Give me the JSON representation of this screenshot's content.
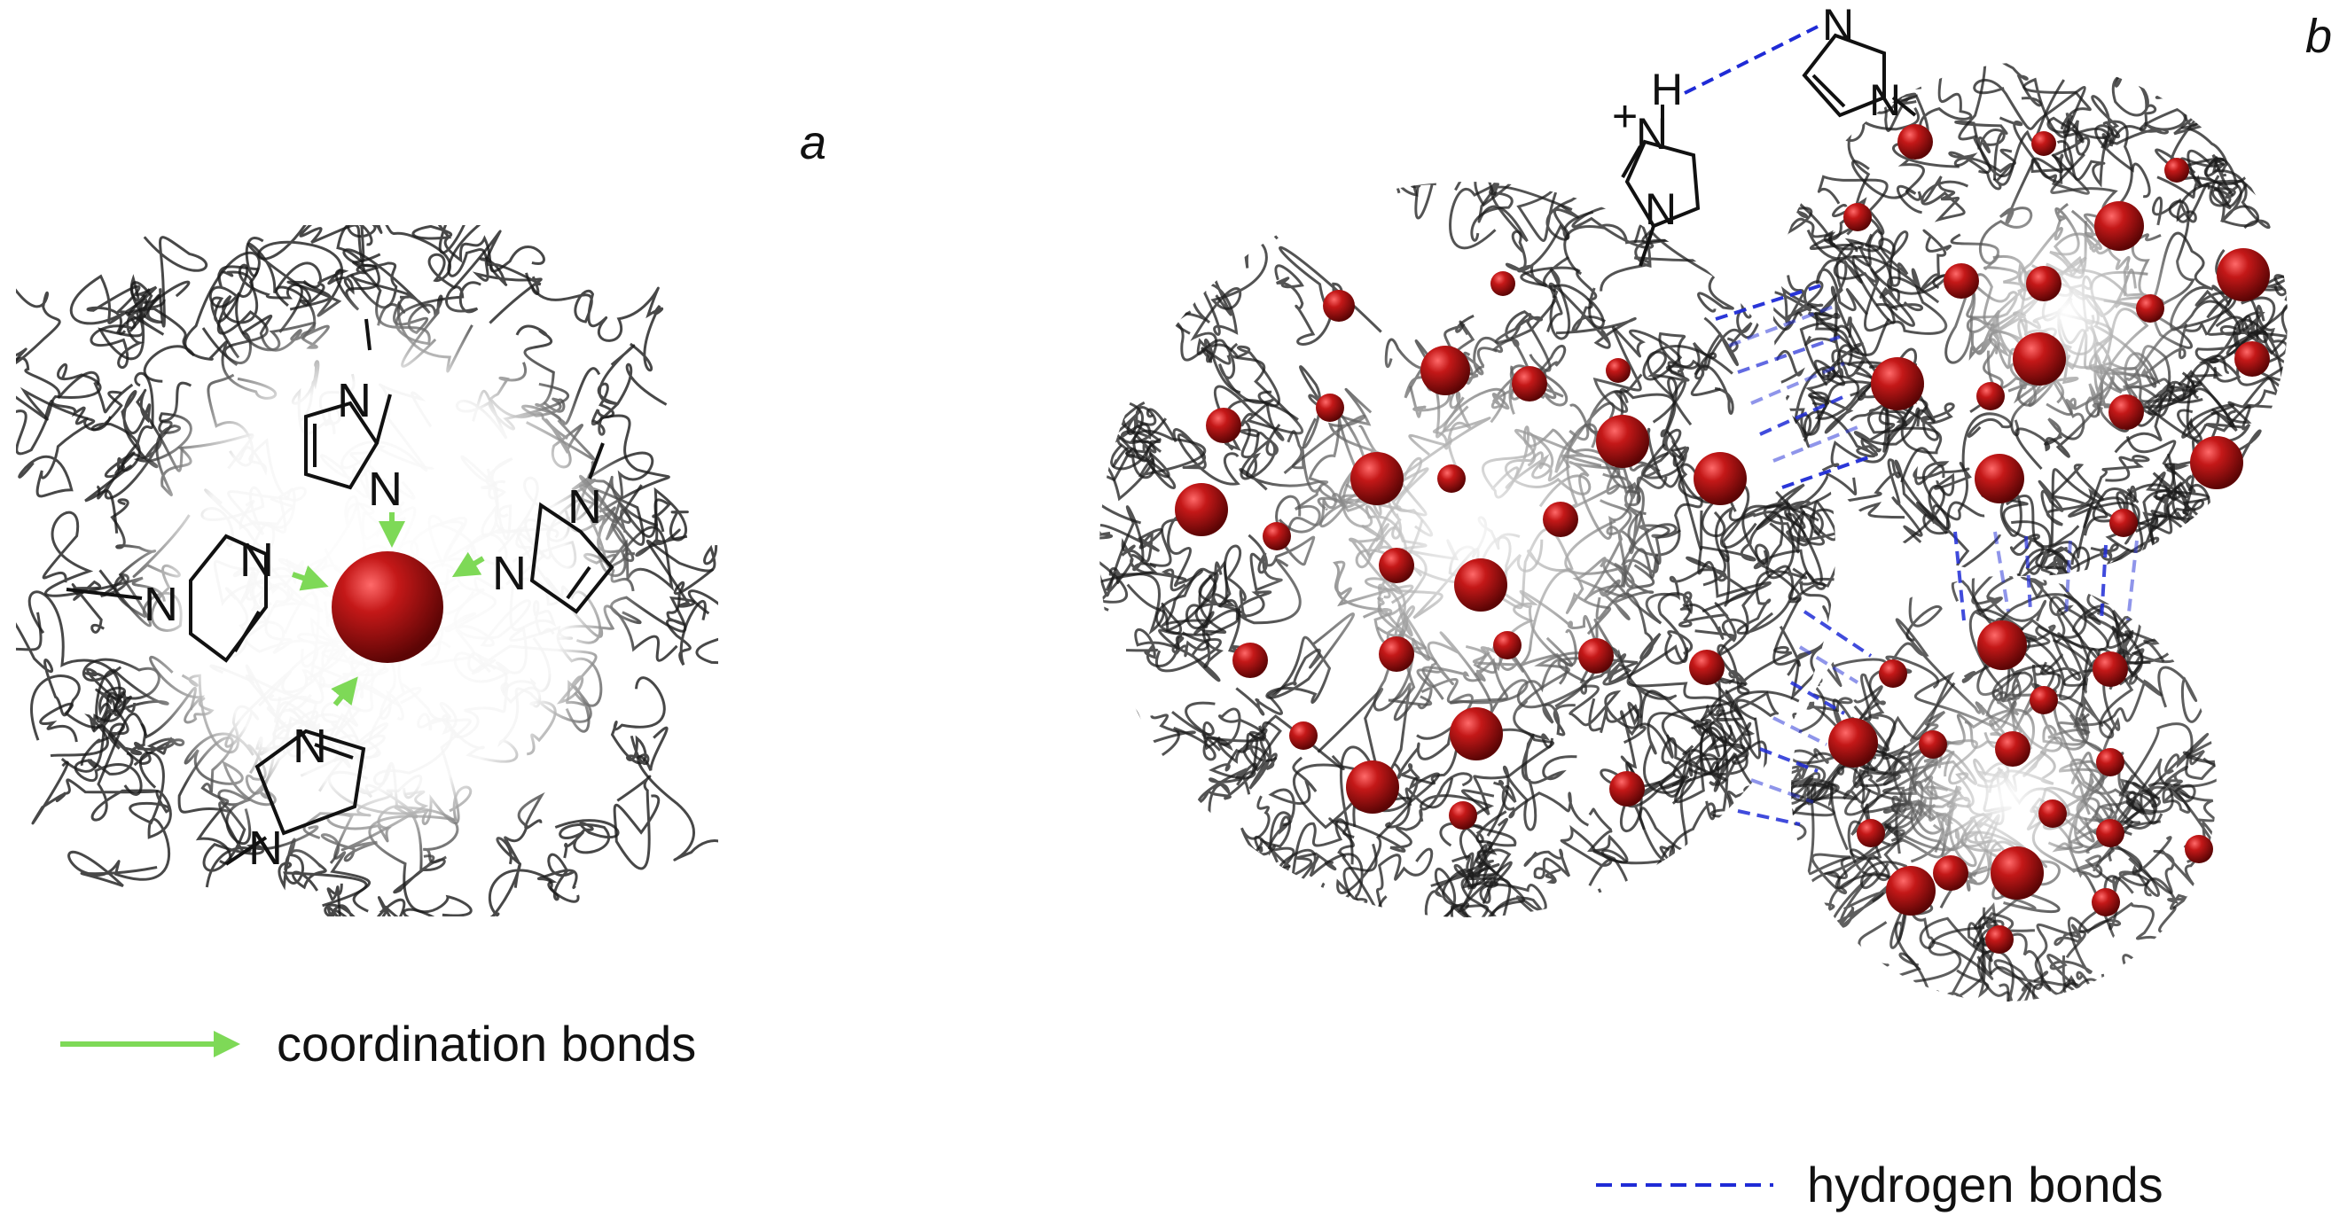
{
  "panels": {
    "a": {
      "letter": "a"
    },
    "b": {
      "letter": "b"
    }
  },
  "legend": {
    "coordination": {
      "label": "coordination bonds",
      "color": "#7ed957"
    },
    "hydrogen": {
      "label": "hydrogen bonds",
      "color": "#1f2bd6"
    }
  },
  "atoms": {
    "nitrogen": "N",
    "hydrogen": "H",
    "charge": "+"
  },
  "colors": {
    "metal": "#a80d0d",
    "metal_highlight": "#e23a3a",
    "polymer_strands": "#1a1a1a",
    "coordination_arrow": "#7ed957",
    "hydrogen_bond": "#1f2bd6"
  }
}
